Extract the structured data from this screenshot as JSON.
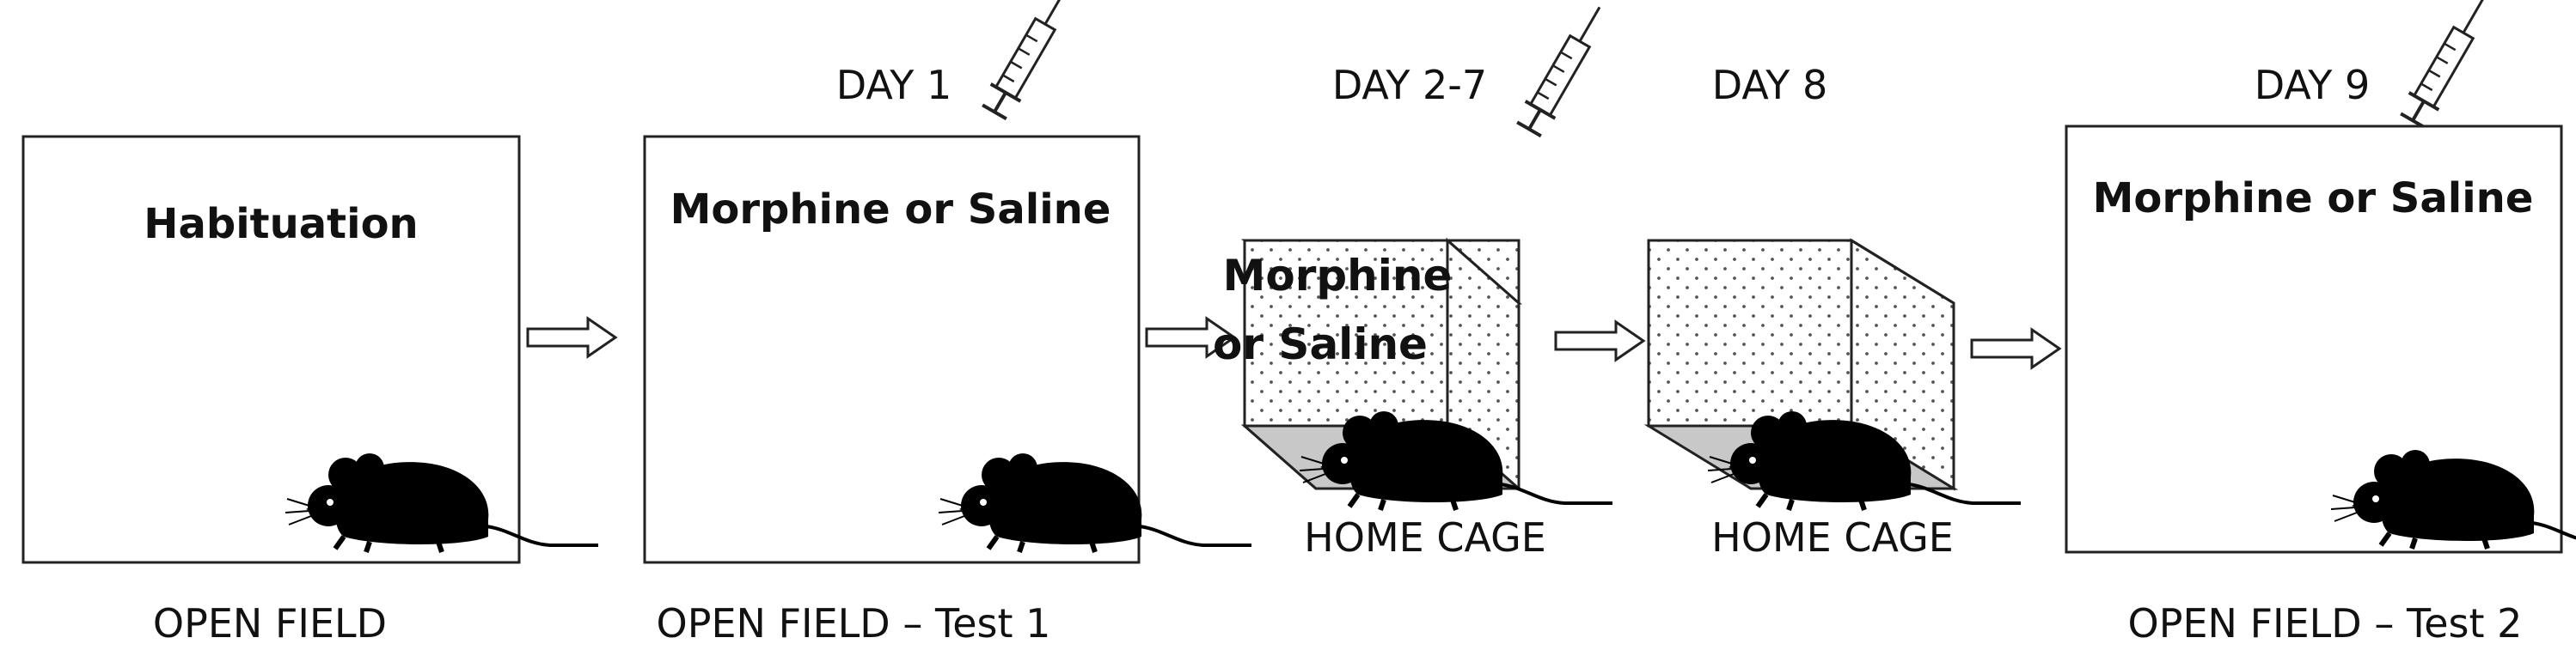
{
  "stages": [
    {
      "day": "",
      "title": "Habituation",
      "caption": "OPEN FIELD",
      "syringe": false
    },
    {
      "day": "DAY 1",
      "title": "Morphine or Saline",
      "caption": "OPEN FIELD – Test 1",
      "syringe": true
    },
    {
      "day": "DAY 2-7",
      "title_line1": "Morphine",
      "title_line2": "or Saline",
      "caption": "HOME CAGE",
      "syringe": true
    },
    {
      "day": "DAY 8",
      "caption": "HOME CAGE",
      "syringe": false
    },
    {
      "day": "DAY 9",
      "title": "Morphine or Saline",
      "caption": "OPEN FIELD – Test 2",
      "syringe": true
    }
  ],
  "icons": {
    "syringe": "syringe-icon",
    "mouse": "mouse-icon",
    "arrow": "right-arrow-icon"
  },
  "colors": {
    "floor": "#c8c8c8",
    "stroke": "#222222",
    "dots": "#555555"
  }
}
